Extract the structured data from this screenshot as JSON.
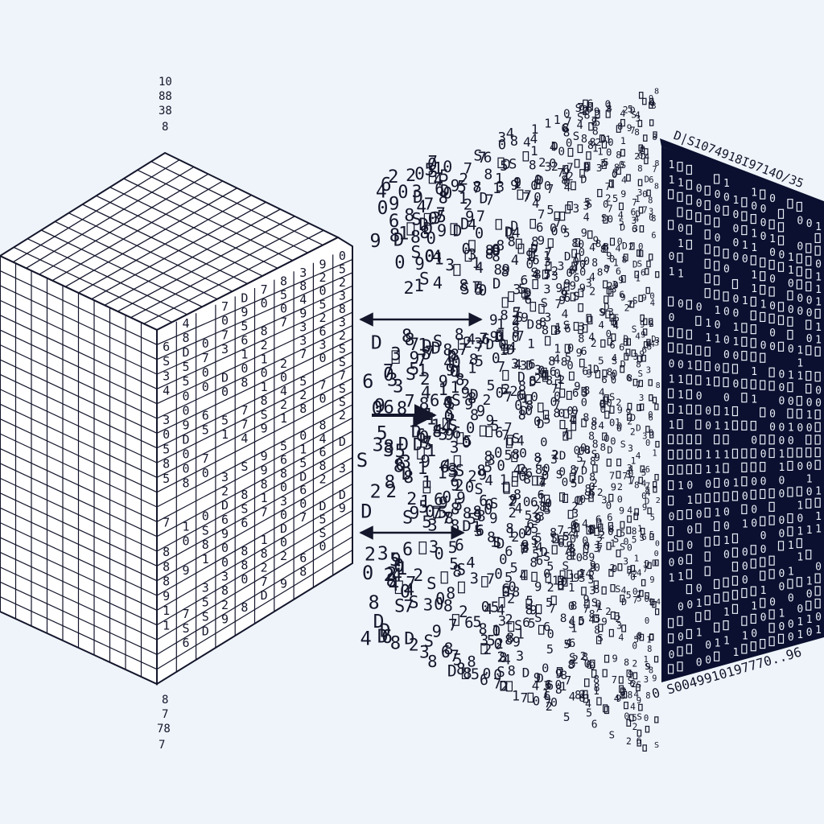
{
  "palette": {
    "background": "#eef4f9",
    "ink": "#14162c",
    "navy": "#0b1030",
    "paper": "#ffffff",
    "digit_light": "#e9eef6"
  },
  "icons": {
    "arrows": [
      "double-arrow-icon",
      "right-arrow-icon",
      "double-arrow-icon"
    ]
  },
  "labels": {
    "left_top_stack": [
      "10",
      "88",
      "38",
      "8"
    ],
    "left_bottom_stack": [
      "8",
      "7",
      "78",
      "7"
    ],
    "right_top_row": "D|S1074918I9714O/35",
    "right_bottom_row": "0 S0049910197770..96"
  }
}
